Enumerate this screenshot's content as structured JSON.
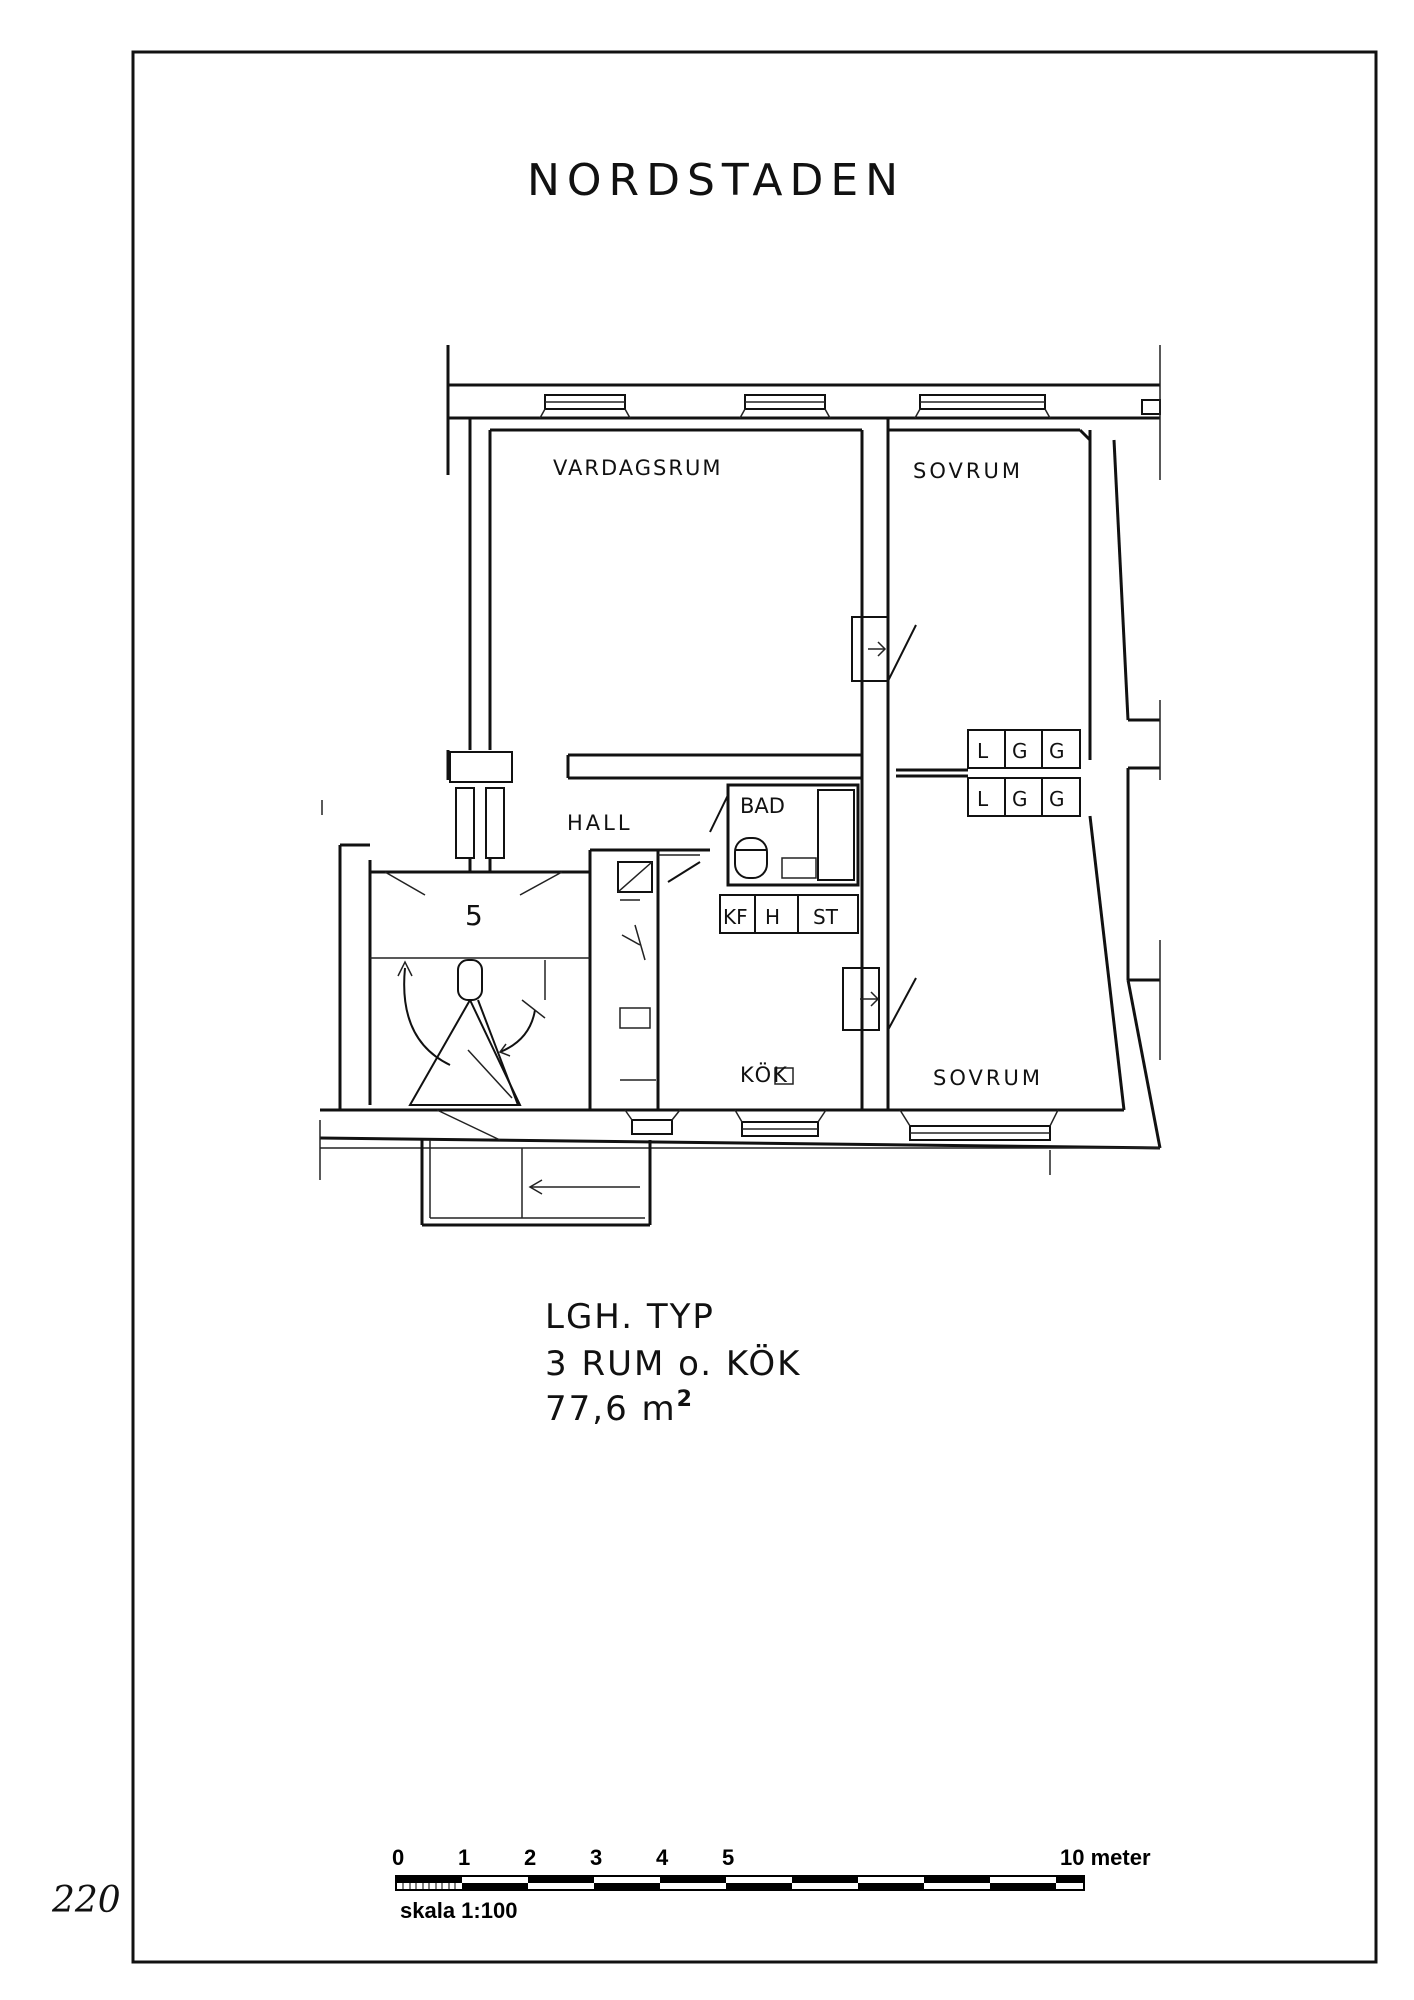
{
  "title": "NORDSTADEN",
  "rooms": {
    "vardagsrum": "VARDAGSRUM",
    "sovrum_top": "SOVRUM",
    "sovrum_bottom": "SOVRUM",
    "hall": "HALL",
    "bad": "BAD",
    "kok": "KÖK",
    "stair_number": "5",
    "kf": "KF",
    "h": "H",
    "st": "ST",
    "wardrobe_top": [
      "L",
      "G",
      "G"
    ],
    "wardrobe_bottom": [
      "L",
      "G",
      "G"
    ]
  },
  "apartment": {
    "type_line": "LGH. TYP",
    "rooms_line": "3 RUM o. KÖK",
    "area_value": "77,6 m",
    "area_sup": "2"
  },
  "scale": {
    "ticks": [
      "0",
      "1",
      "2",
      "3",
      "4",
      "5"
    ],
    "end_label": "10 meter",
    "caption": "skala 1:100"
  },
  "page_number": "220"
}
